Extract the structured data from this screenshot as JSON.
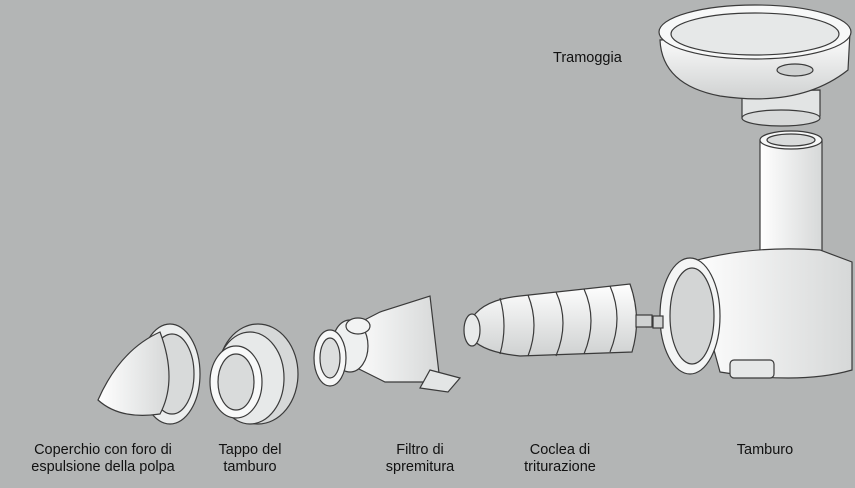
{
  "diagram": {
    "labels": {
      "hopper": "Tramoggia",
      "cap": [
        "Coperchio con foro di",
        "espulsione della polpa"
      ],
      "drum_cap": [
        "Tappo del",
        "tamburo"
      ],
      "filter": [
        "Filtro di",
        "spremitura"
      ],
      "auger": [
        "Coclea di",
        "triturazione"
      ],
      "drum": "Tamburo"
    },
    "colors": {
      "background": "#b3b5b5",
      "part_fill": "#f2f3f3",
      "part_shade": "#c9cbcb",
      "outline": "#3a3a3a"
    }
  }
}
